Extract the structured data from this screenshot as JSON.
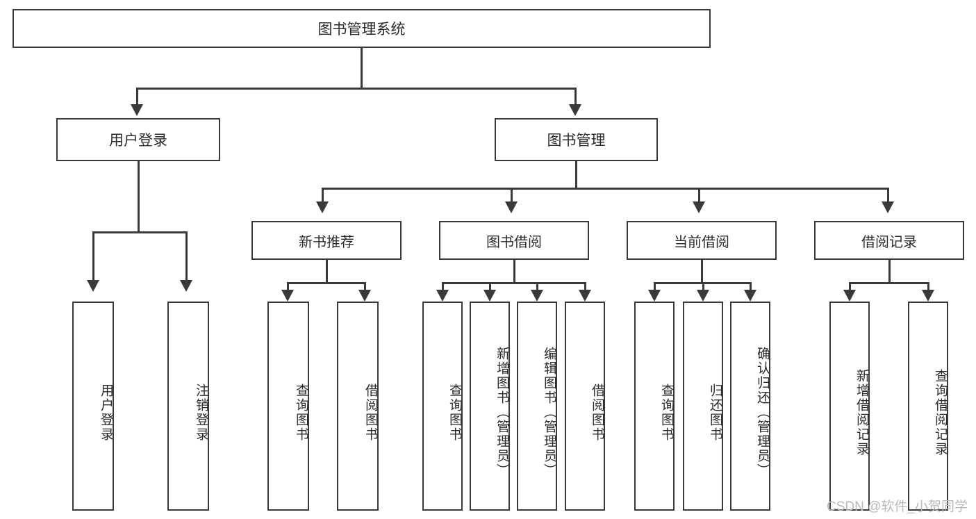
{
  "diagram": {
    "title": "图书管理系统",
    "type": "tree-hierarchy",
    "root": {
      "label": "图书管理系统"
    },
    "level2": [
      {
        "label": "用户登录"
      },
      {
        "label": "图书管理"
      }
    ],
    "level3": [
      {
        "label": "新书推荐"
      },
      {
        "label": "图书借阅"
      },
      {
        "label": "当前借阅"
      },
      {
        "label": "借阅记录"
      }
    ],
    "leaves": {
      "user_login": [
        {
          "label": "用户登录"
        },
        {
          "label": "注销登录"
        }
      ],
      "new_book_recommend": [
        {
          "label": "查询图书"
        },
        {
          "label": "借阅图书"
        }
      ],
      "book_borrow": [
        {
          "label": "查询图书"
        },
        {
          "label": "新增图书（管理员）"
        },
        {
          "label": "编辑图书（管理员）"
        },
        {
          "label": "借阅图书"
        }
      ],
      "current_borrow": [
        {
          "label": "查询图书"
        },
        {
          "label": "归还图书"
        },
        {
          "label": "确认归还（管理员）"
        }
      ],
      "borrow_records": [
        {
          "label": "新增借阅记录"
        },
        {
          "label": "查询借阅记录"
        }
      ]
    }
  },
  "watermark": {
    "text": "CSDN @软件_小贺同学"
  },
  "colors": {
    "stroke": "#3a3a3a",
    "text": "#2b2b2b",
    "background": "#ffffff",
    "watermark": "#b9b9b9"
  }
}
